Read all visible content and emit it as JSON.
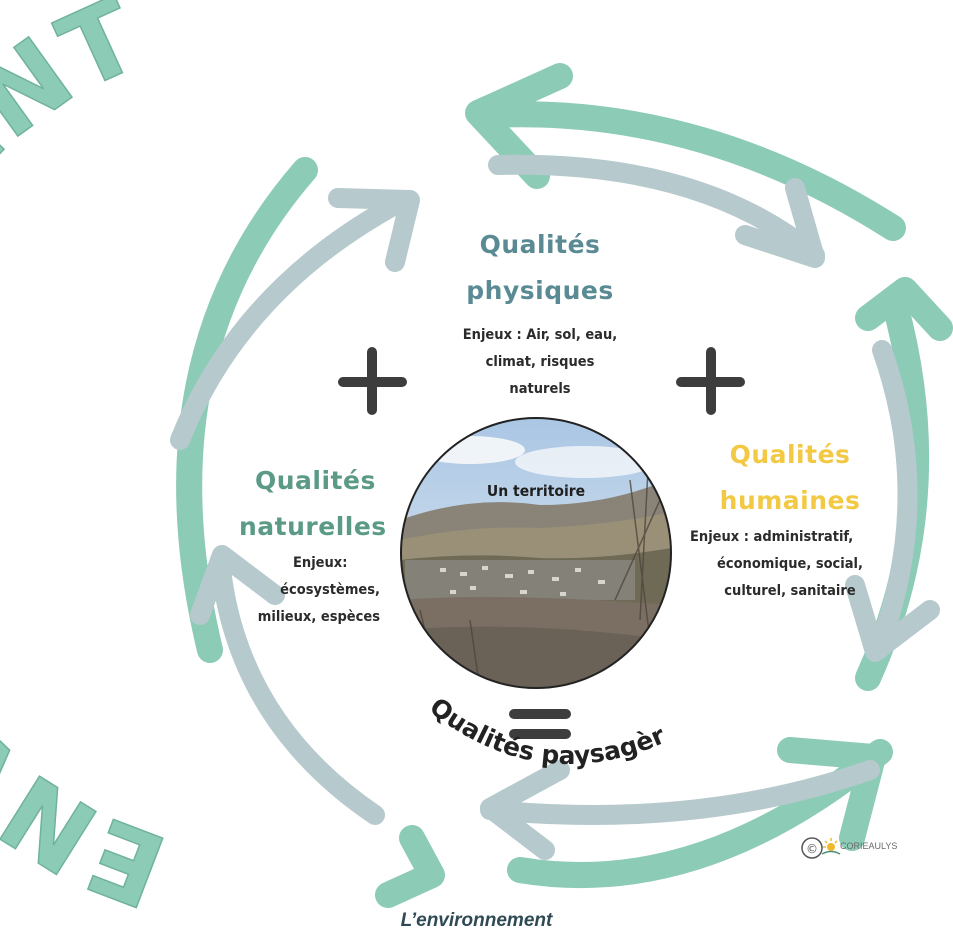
{
  "environnement_word": "ENVIRONNEMENT",
  "physiques": {
    "title_line1": "Qualités",
    "title_line2": "physiques",
    "enjeux_line1": "Enjeux : Air, sol, eau,",
    "enjeux_line2": "climat, risques",
    "enjeux_line3": "naturels"
  },
  "naturelles": {
    "title_line1": "Qualités",
    "title_line2": "naturelles",
    "enjeux_line1": "Enjeux:",
    "enjeux_line2": "écosystèmes,",
    "enjeux_line3": "milieux, espèces"
  },
  "humaines": {
    "title_line1": "Qualités",
    "title_line2": "humaines",
    "enjeux_line1": "Enjeux : administratif,",
    "enjeux_line2": "économique, social,",
    "enjeux_line3": "culturel, sanitaire"
  },
  "territoire_label": "Un territoire",
  "result_label": "Qualités paysagères",
  "copyright_symbol": "©",
  "logo_text": "CORIEAULYS",
  "caption": "L’environnement",
  "colors": {
    "teal": "#8ccbb5",
    "teal_dark": "#4f8e7c",
    "gray_blue": "#b6c9cd",
    "physiques_title": "#5a8a94",
    "naturelles_title": "#5b9a86",
    "humaines_title": "#f3c944",
    "operator": "#3d3d3d"
  }
}
